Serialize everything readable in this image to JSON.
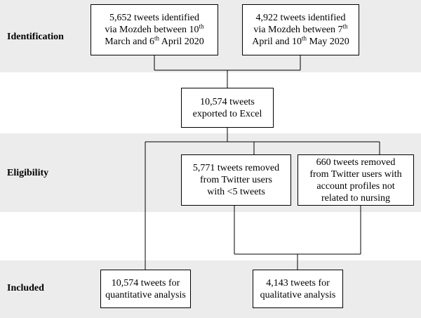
{
  "colors": {
    "band": "#ececec",
    "box_fill": "#ffffff",
    "line": "#000000"
  },
  "stages": {
    "identification": "Identification",
    "eligibility": "Eligibility",
    "included": "Included"
  },
  "boxes": {
    "id_first": {
      "line1": "5,652 tweets identified",
      "line2_a": "via Mozdeh between 10",
      "line2_sup": "th",
      "line3_a": "March and 6",
      "line3_sup": "th",
      "line3_b": " April 2020"
    },
    "id_second": {
      "line1": "4,922 tweets identified",
      "line2_a": "via Mozdeh between 7",
      "line2_sup": "th",
      "line3_a": "April and 10",
      "line3_sup": "th",
      "line3_b": " May 2020"
    },
    "exported": {
      "line1": "10,574 tweets",
      "line2": "exported to Excel"
    },
    "removed_few": {
      "line1": "5,771 tweets removed",
      "line2": "from Twitter users",
      "line3": "with <5 tweets"
    },
    "removed_profile": {
      "line1": "660 tweets removed",
      "line2": "from Twitter users with",
      "line3": "account profiles not",
      "line4": "related to nursing"
    },
    "quantitative": {
      "line1": "10,574 tweets for",
      "line2": "quantitative analysis"
    },
    "qualitative": {
      "line1": "4,143 tweets for",
      "line2": "qualitative analysis"
    }
  }
}
